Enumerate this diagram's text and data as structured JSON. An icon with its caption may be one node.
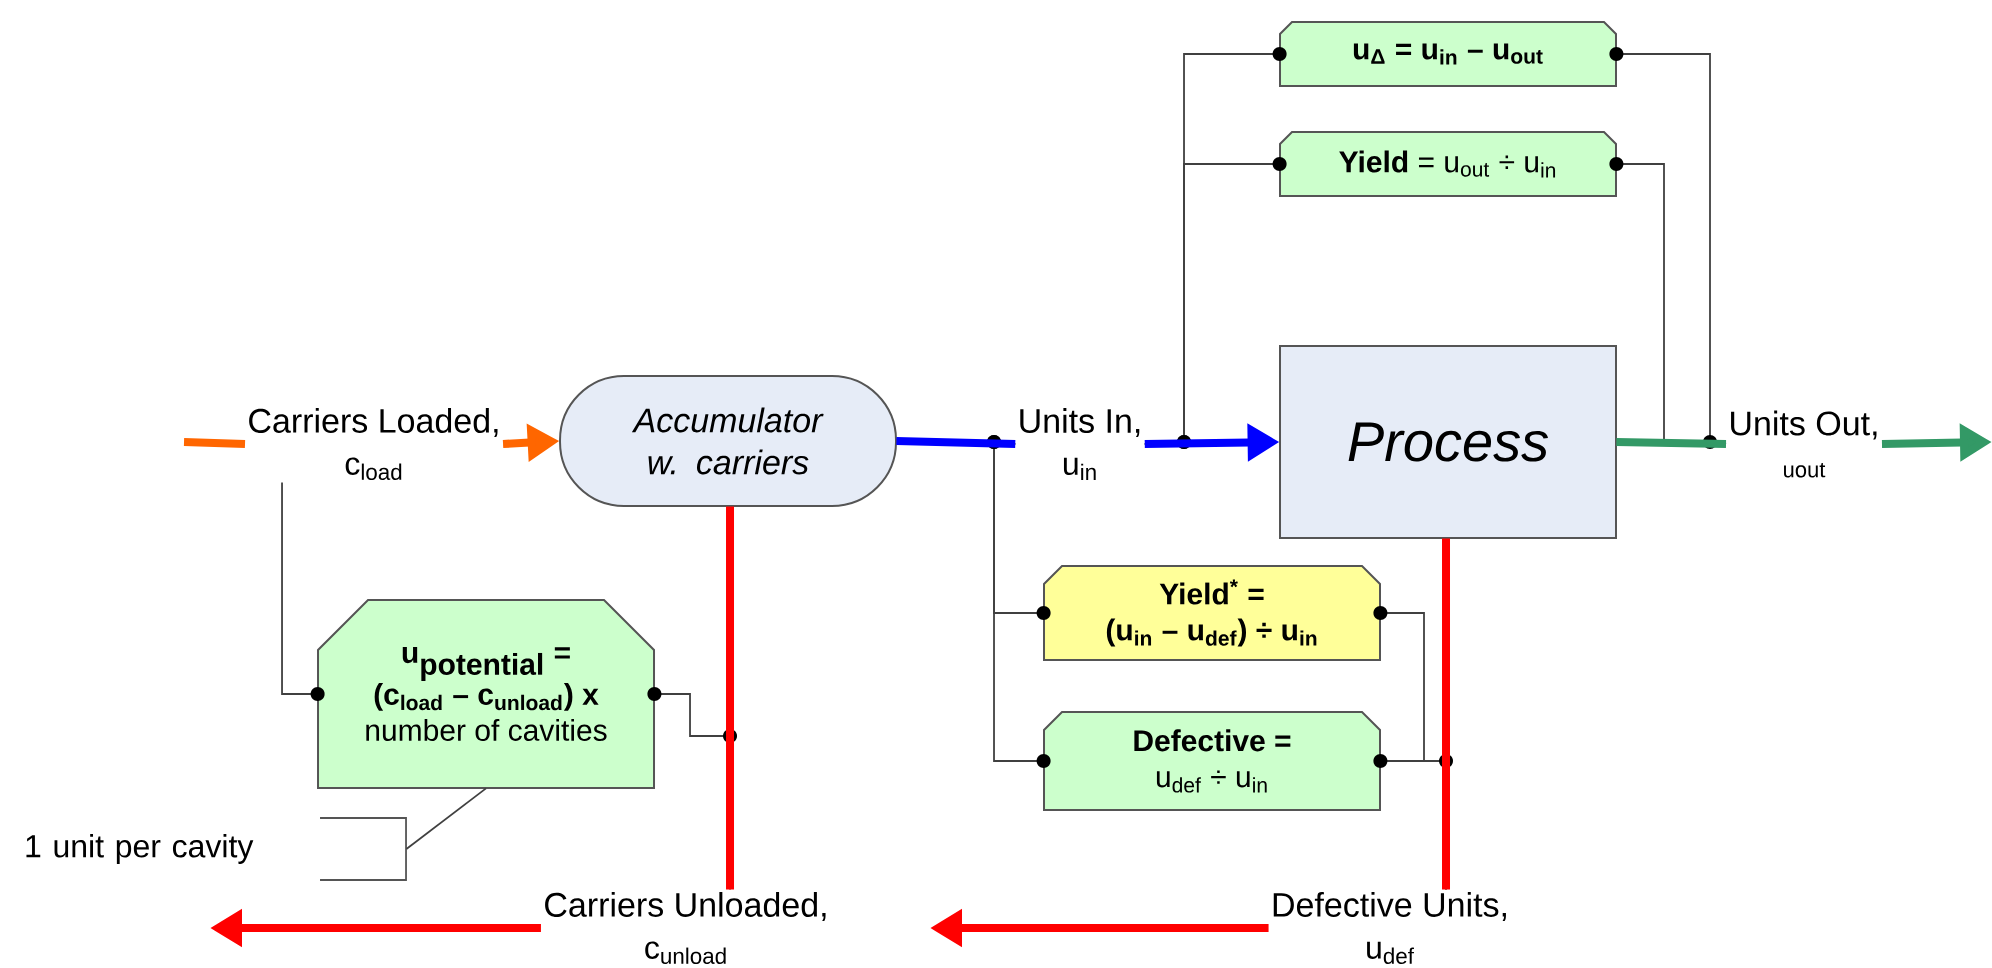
{
  "diagram": {
    "nodes": [
      {
        "text": [
          "Carriers Loaded,",
          "c$_{load}$"
        ]
      },
      {
        "text": [
          "Accumulator w. carriers"
        ]
      },
      {
        "text": [
          "Units In,",
          "u$_{in}$"
        ]
      },
      {
        "text": [
          "Process"
        ]
      },
      {
        "text": [
          "Units Out,",
          "uout"
        ]
      },
      {
        "text": [
          "u$_{Δ}$ = u$_{in}$ – u$_{out}$"
        ]
      },
      {
        "text": [
          "**Yield** = u$_{out}$ ÷ u$_{in}$"
        ]
      },
      {
        "text": [
          "Yield$^{*}$ =",
          "(u$_{in}$ – u$_{def}$) ÷ u$_{in}$"
        ]
      },
      {
        "text": [
          "Defective =",
          "u$_{def}$ ÷ u$_{in}$"
        ]
      },
      {
        "text": [
          "\\textbf{u}_{\\textbf{potential}}\\textbf{ =}",
          "(c$_{load}$ – c$_{unload}$) x",
          "number of cavities"
        ]
      },
      {
        "text": [
          "Carriers Unloaded,",
          "c$_{unload}$"
        ]
      },
      {
        "text": [
          "Defective Units,",
          "u$_{def}$"
        ]
      },
      {
        "text": [
          "1 unit per cavity"
        ]
      }
    ],
    "edges": [
      {
        "from": null,
        "to": 0,
        "arrow": "none",
        "style": "thick",
        "color": "#ff6600"
      },
      {
        "from": 0,
        "to": 1,
        "arrow": "to",
        "style": "thick",
        "color": "#ff6600"
      },
      {
        "from": 0,
        "to": 9,
        "arrow": "other"
      },
      {
        "from": 1,
        "to": 2,
        "arrow": "none",
        "style": "thick",
        "color": "#0000ff"
      },
      {
        "from": 2,
        "to": 3,
        "arrow": "to",
        "style": "thick",
        "color": "#0000ff"
      },
      {
        "from": 2,
        "to": 5,
        "arrow": "other"
      },
      {
        "from": 2,
        "to": 6,
        "arrow": "other"
      },
      {
        "from": 2,
        "to": 7,
        "arrow": "other"
      },
      {
        "from": 2,
        "to": 8,
        "arrow": "other"
      },
      {
        "from": 3,
        "to": 4,
        "arrow": "none",
        "style": "thick",
        "color": "#339966"
      },
      {
        "from": 4,
        "to": null,
        "arrow": "to",
        "style": "thick",
        "color": "#339966"
      },
      {
        "from": 5,
        "to": 4,
        "arrow": "other"
      },
      {
        "from": 6,
        "to": 4,
        "arrow": "other"
      },
      {
        "from": 3,
        "to": 11,
        "arrow": "none",
        "style": "thick",
        "color": "#ff0000"
      },
      {
        "from": 11,
        "to": null,
        "arrow": "to",
        "style": "thick",
        "color": "#ff0000"
      },
      {
        "from": 7,
        "to": 11,
        "arrow": "other"
      },
      {
        "from": 8,
        "to": 11,
        "arrow": "other"
      },
      {
        "from": 1,
        "to": 10,
        "arrow": "none",
        "style": "thick",
        "color": "#ff0000"
      },
      {
        "from": 10,
        "to": null,
        "arrow": "to",
        "style": "thick",
        "color": "#ff0000"
      },
      {
        "from": 9,
        "to": 10,
        "arrow": "other"
      },
      {
        "from": 12,
        "to": 9,
        "arrow": "none"
      }
    ]
  }
}
